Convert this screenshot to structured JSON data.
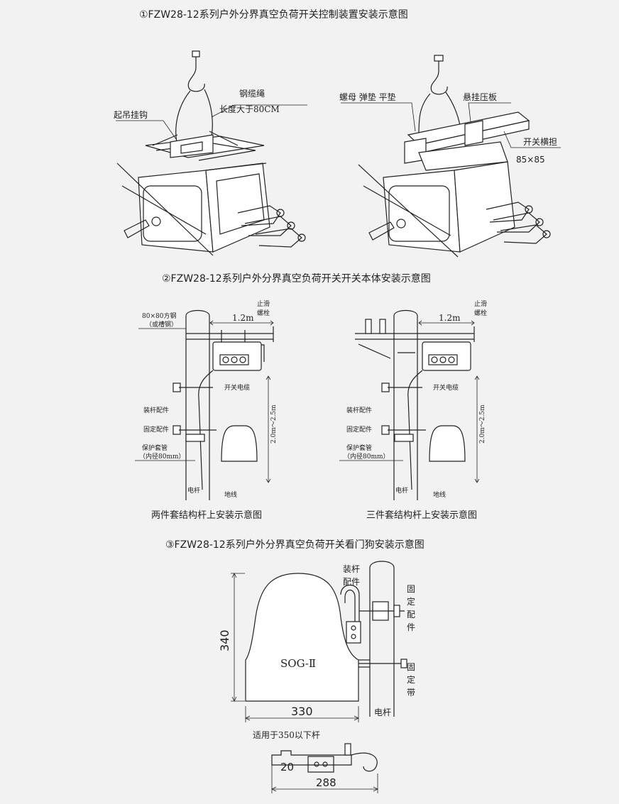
{
  "section1": {
    "title": "①FZW28-12系列户外分界真空负荷开关控制装置安装示意图",
    "left": {
      "hook": "起吊挂钩",
      "rope": "钢缆绳",
      "rope_len": "长度大于80CM"
    },
    "right": {
      "parts": "螺母 弹垫 平垫",
      "plate": "悬挂压板",
      "arm": "开关横担",
      "arm_size": "85×85"
    }
  },
  "section2": {
    "title": "②FZW28-12系列户外分界真空负荷开关开关本体安装示意图",
    "dim": "1.2m",
    "stop_bolt": [
      "止滑",
      "螺栓"
    ],
    "steel": [
      "80×80方钢",
      "（或槽钢）"
    ],
    "cable": "开关电缆",
    "pole_part": "装杆配件",
    "fix_part": "固定配件",
    "sleeve": [
      "保护套管",
      "（内径80mm）"
    ],
    "height": "2.0m～2.5m",
    "pole": "电杆",
    "ground": "地线",
    "left_caption": "两件套结构杆上安装示意图",
    "right_caption": "三件套结构杆上安装示意图"
  },
  "section3": {
    "title": "③FZW28-12系列户外分界真空负荷开关看门狗安装示意图",
    "model": "SOG-Ⅱ",
    "dim_h": "340",
    "dim_w": "330",
    "pole_part": [
      "装杆",
      "配件"
    ],
    "fix_part": [
      "固",
      "定",
      "配",
      "件"
    ],
    "fix_band": [
      "固",
      "定",
      "带"
    ],
    "pole": "电杆",
    "note": "适用于350以下杆",
    "dim_20": "20",
    "dim_288": "288"
  }
}
